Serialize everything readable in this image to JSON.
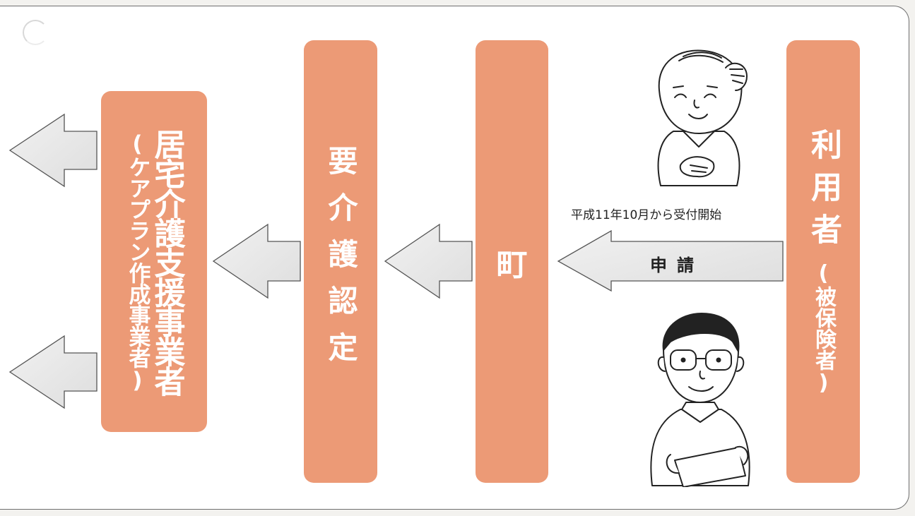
{
  "diagram": {
    "user_box": {
      "main": "利用者",
      "sub": "(被保険者)"
    },
    "town_box": {
      "main": "町"
    },
    "certification_box": {
      "main": "要介護認定"
    },
    "care_manager_box": {
      "main": "居宅介護支援事業者",
      "sub": "(ケアプラン作成事業者)"
    },
    "application_arrow": {
      "label": "申請",
      "note": "平成11年10月から受付開始"
    },
    "colors": {
      "box_fill": "#ec9a76",
      "arrow_fill": "#ebebeb",
      "arrow_stroke": "#555555"
    }
  }
}
